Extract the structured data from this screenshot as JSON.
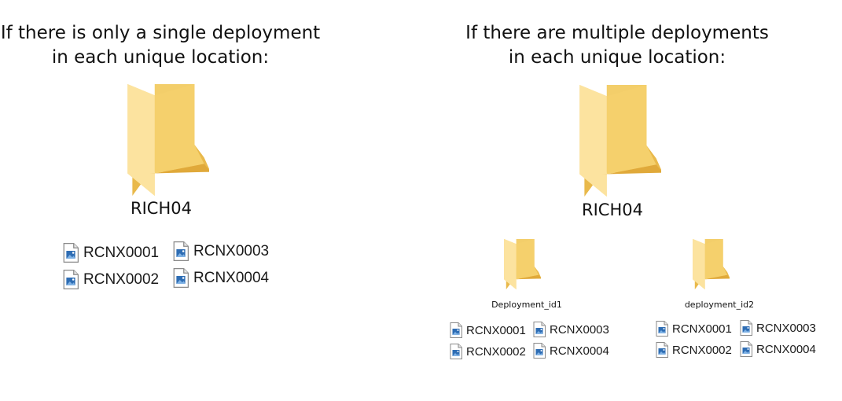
{
  "left": {
    "heading_line1": "If there is only a single deployment",
    "heading_line2": "in each unique location:",
    "folder_label": "RICH04",
    "files": [
      "RCNX0001",
      "RCNX0002",
      "RCNX0003",
      "RCNX0004"
    ]
  },
  "right": {
    "heading_line1": "If there are multiple deployments",
    "heading_line2": "in each unique location:",
    "folder_label": "RICH04",
    "subfolders": [
      {
        "label": "Deployment_id1",
        "files": [
          "RCNX0001",
          "RCNX0002",
          "RCNX0003",
          "RCNX0004"
        ]
      },
      {
        "label": "deployment_id2",
        "files": [
          "RCNX0001",
          "RCNX0002",
          "RCNX0003",
          "RCNX0004"
        ]
      }
    ]
  },
  "icons": {
    "folder": "folder-icon",
    "file": "image-file-icon"
  },
  "colors": {
    "folder_back": "#E8B43C",
    "folder_front": "#F8D775",
    "folder_light": "#FBE4A0",
    "file_accent": "#1F5FA8"
  }
}
